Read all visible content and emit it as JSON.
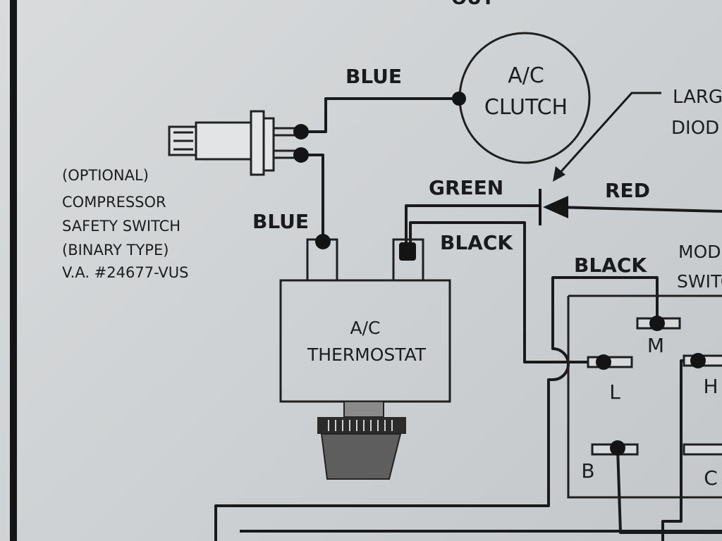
{
  "heading_fragment": "OUT",
  "clutch": {
    "line1": "A/C",
    "line2": "CLUTCH"
  },
  "thermostat": {
    "line1": "A/C",
    "line2": "THERMOSTAT"
  },
  "wires": {
    "blue_top": "BLUE",
    "blue_left": "BLUE",
    "green": "GREEN",
    "red": "RED",
    "black_upper": "BLACK",
    "black_lower": "BLACK"
  },
  "diode_label": {
    "line1": "LARG",
    "line2": "DIOD"
  },
  "switch_note": {
    "line1": "(OPTIONAL)",
    "line2": "COMPRESSOR",
    "line3": "SAFETY SWITCH",
    "line4": "(BINARY TYPE)",
    "line5": "V.A. #24677-VUS"
  },
  "mode_switch": {
    "line1": "MOD",
    "line2": "SWITC",
    "terminals": [
      "M",
      "L",
      "H",
      "B",
      "C"
    ]
  }
}
